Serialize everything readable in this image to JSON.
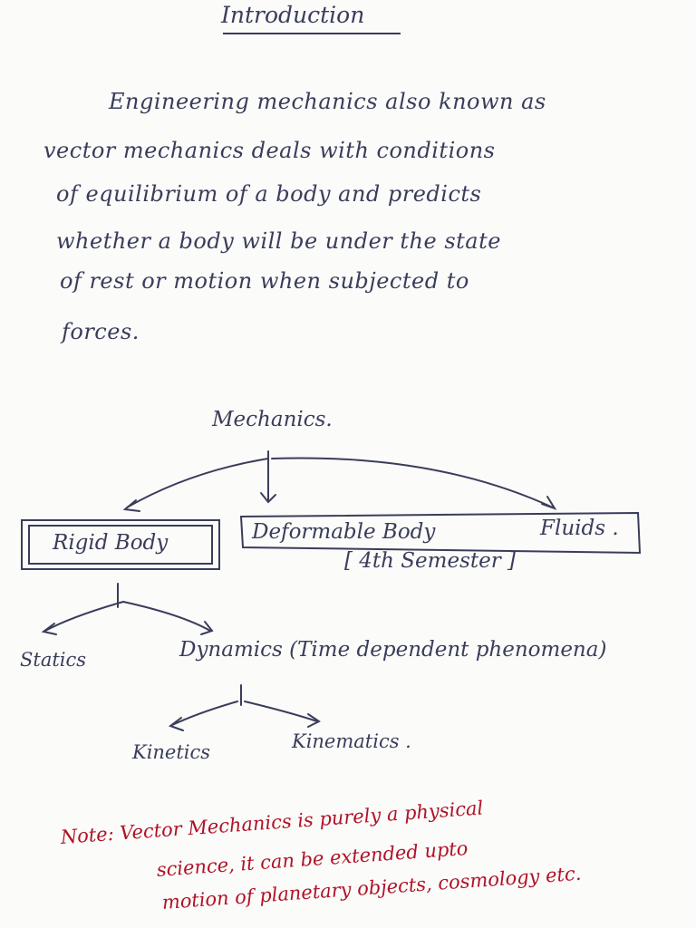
{
  "title": "Introduction",
  "paragraph": {
    "line1": "Engineering mechanics also known as",
    "line2": "vector mechanics deals with conditions",
    "line3": "of equilibrium of a body and predicts",
    "line4": "whether a body will be under the state",
    "line5": "of rest or motion when subjected to",
    "line6": "forces."
  },
  "diagram": {
    "root": "Mechanics.",
    "rigid_body": "Rigid Body",
    "deformable_body": "Deformable Body",
    "fluids": "Fluids .",
    "semester_note": "[ 4th Semester ]",
    "statics": "Statics",
    "dynamics": "Dynamics (Time dependent phenomena)",
    "kinetics": "Kinetics",
    "kinematics": "Kinematics ."
  },
  "note": {
    "line1": "Note: Vector Mechanics is purely a physical",
    "line2": "science, it can be extended upto",
    "line3": "motion of planetary objects, cosmology etc."
  },
  "colors": {
    "ink": "#3a3d5a",
    "note_ink": "#b01226",
    "paper": "#fbfbfa"
  }
}
